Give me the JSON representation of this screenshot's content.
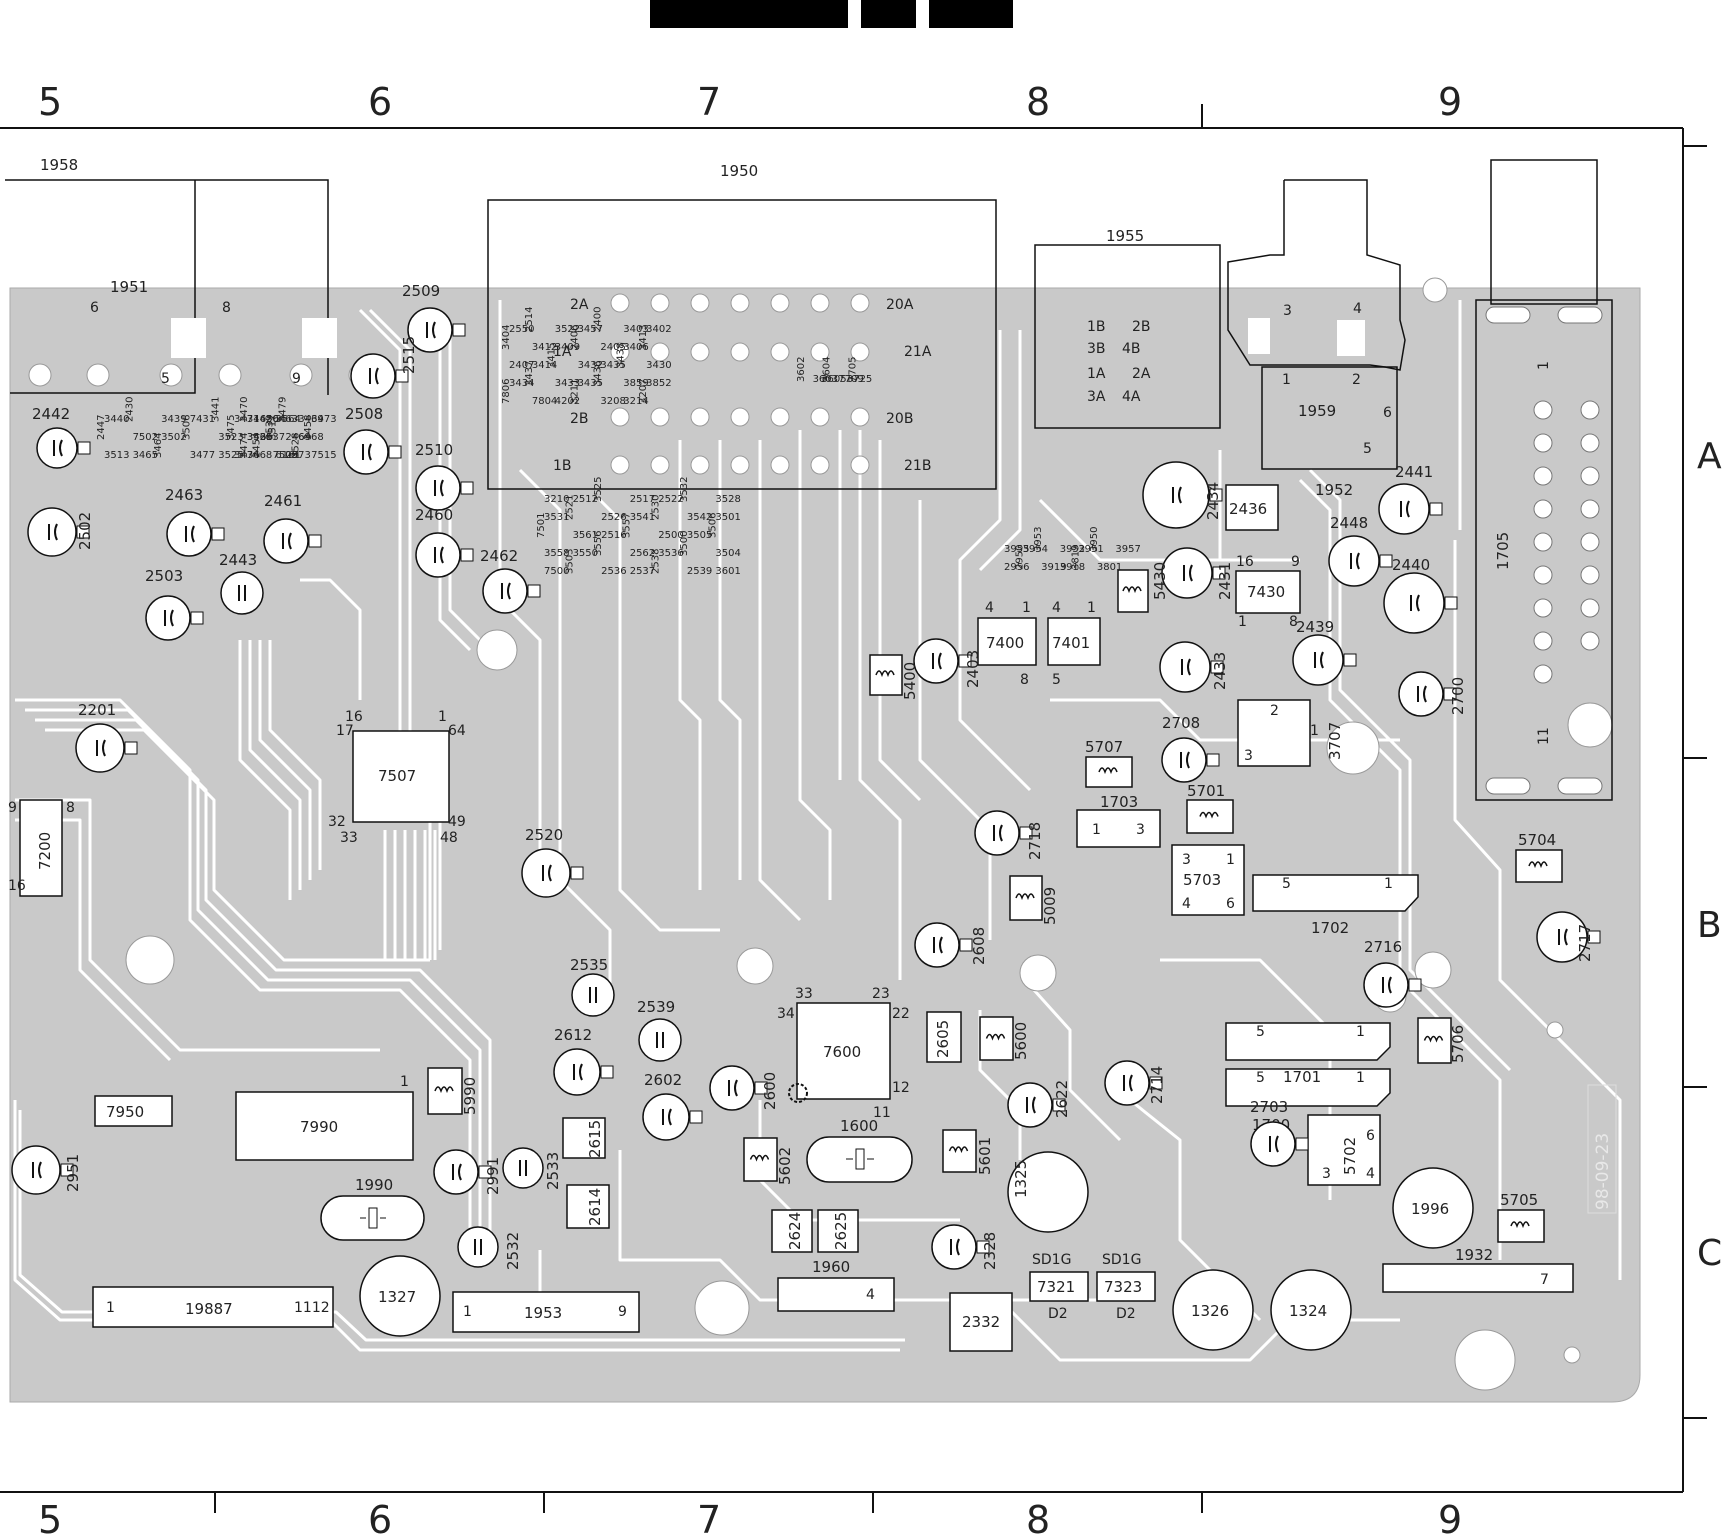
{
  "header_bars": 3,
  "columns_top": [
    "5",
    "6",
    "7",
    "8",
    "9"
  ],
  "columns_bottom": [
    "5",
    "6",
    "7",
    "8",
    "9"
  ],
  "rows": [
    "A",
    "B",
    "C"
  ],
  "date_stamp": "98-09-23",
  "colors": {
    "board": "#c9c9c9",
    "trace": "#ffffff",
    "ink": "#111111",
    "bar": "#000000"
  },
  "connectors": [
    {
      "ref": "1958",
      "pins": []
    },
    {
      "ref": "1951",
      "pins": [
        "6",
        "8",
        "5",
        "9"
      ]
    },
    {
      "ref": "1950",
      "pins": [
        "2A",
        "1A",
        "2B",
        "1B",
        "20A",
        "21A",
        "20B",
        "21B"
      ]
    },
    {
      "ref": "1955",
      "pins": [
        "1B",
        "2B",
        "3B",
        "4B",
        "1A",
        "2A",
        "3A",
        "4A"
      ]
    },
    {
      "ref": "1959",
      "pins": [
        "3",
        "4",
        "1",
        "2",
        "6",
        "5"
      ]
    },
    {
      "ref": "1952",
      "pins": []
    },
    {
      "ref": "1705",
      "pins": [
        "1",
        "11"
      ]
    },
    {
      "ref": "1703",
      "pins": [
        "1",
        "3"
      ]
    },
    {
      "ref": "1702",
      "pins": [
        "5",
        "1"
      ]
    },
    {
      "ref": "1701",
      "pins": [
        "5",
        "1",
        "5",
        "1"
      ]
    },
    {
      "ref": "1932",
      "pins": [
        "7"
      ]
    },
    {
      "ref": "1953",
      "pins": [
        "1",
        "9"
      ]
    },
    {
      "ref": "1960",
      "pins": [
        "4"
      ]
    },
    {
      "ref": "19887",
      "pins": [
        "1",
        "1112"
      ]
    }
  ],
  "ics": [
    {
      "ref": "7507",
      "pins": [
        "16",
        "1",
        "17",
        "64",
        "32",
        "49",
        "33",
        "48"
      ]
    },
    {
      "ref": "7600",
      "pins": [
        "33",
        "23",
        "34",
        "22",
        "12",
        "11"
      ]
    },
    {
      "ref": "7400",
      "pins": [
        "4",
        "1",
        "8"
      ]
    },
    {
      "ref": "7401",
      "pins": [
        "4",
        "1",
        "5"
      ]
    },
    {
      "ref": "7430",
      "pins": [
        "16",
        "9",
        "1",
        "8"
      ]
    },
    {
      "ref": "7200",
      "pins": [
        "9",
        "8",
        "16"
      ]
    },
    {
      "ref": "7950",
      "pins": []
    },
    {
      "ref": "7990",
      "pins": [
        "1"
      ]
    },
    {
      "ref": "7321",
      "pins": []
    },
    {
      "ref": "7323",
      "pins": []
    }
  ],
  "ic_markings": [
    "SD1G",
    "SD1G",
    "D2",
    "D2"
  ],
  "electrolytic_caps": [
    "2509",
    "2515",
    "2508",
    "2510",
    "2460",
    "2462",
    "2463",
    "2461",
    "2442",
    "2502",
    "2503",
    "2201",
    "2520",
    "2612",
    "2602",
    "2600",
    "2622",
    "2714",
    "2608",
    "2718",
    "2708",
    "2403",
    "2434",
    "2431",
    "2433",
    "2441",
    "2448",
    "2440",
    "2439",
    "2700",
    "2716",
    "2717",
    "2703",
    "2328",
    "2991",
    "2951"
  ],
  "film_caps": [
    "2443",
    "2535",
    "2539",
    "2533",
    "2532"
  ],
  "coils": [
    "5400",
    "5430",
    "5707",
    "5701",
    "5009",
    "5990",
    "5600",
    "5601",
    "5602",
    "5706",
    "5704",
    "5705"
  ],
  "crystals": [
    "1990",
    "1600"
  ],
  "mounting_pads": [
    "1327",
    "1325",
    "1326",
    "1324",
    "1996"
  ],
  "blocks": [
    "2436",
    "2605",
    "2615",
    "2614",
    "2624",
    "2625",
    "2332",
    "5703",
    "5702",
    "3707",
    "1700"
  ],
  "block_pins": {
    "5703": [
      "3",
      "1",
      "4",
      "6"
    ],
    "5702": [
      "3",
      "6",
      "4"
    ],
    "3707": [
      "2",
      "3",
      "1"
    ]
  },
  "smd_labels": [
    "3440",
    "2430",
    "3439",
    "7431",
    "3441",
    "3442",
    "3564",
    "2447",
    "7502",
    "3502",
    "3506",
    "3523",
    "3521",
    "3517",
    "3513",
    "3465",
    "3464",
    "3477",
    "3525",
    "3474",
    "6161",
    "3471",
    "3470",
    "6504",
    "6463",
    "3479",
    "3469",
    "3473",
    "3475",
    "3466",
    "3537",
    "3539",
    "2469",
    "6468",
    "3458",
    "3476",
    "3468",
    "2454",
    "7509",
    "2573",
    "3528",
    "7515",
    "2550",
    "2514",
    "3522",
    "3457",
    "2400",
    "3403",
    "3402",
    "3404",
    "3412",
    "3409",
    "2406",
    "2405",
    "3406",
    "3413",
    "2407",
    "3414",
    "3415",
    "3432",
    "3435",
    "3438",
    "3430",
    "3434",
    "3437",
    "3433",
    "3435",
    "3436",
    "3859",
    "3852",
    "7806",
    "7804",
    "4202",
    "3211",
    "3208",
    "3214",
    "3207",
    "3210",
    "2512",
    "3525",
    "2517",
    "2522",
    "3532",
    "3528",
    "3531",
    "2521",
    "2526",
    "3541",
    "2530",
    "3542",
    "3501",
    "7501",
    "3561",
    "2516",
    "3557",
    "2500",
    "3505",
    "3506",
    "3558",
    "3550",
    "3556",
    "2562",
    "3536",
    "3500",
    "3504",
    "7500",
    "3503",
    "2536",
    "2537",
    "2538",
    "2539",
    "3601",
    "3602",
    "3603",
    "3605",
    "3604",
    "7709",
    "3725",
    "7705",
    "3955",
    "3954",
    "3953",
    "3952",
    "3951",
    "3950",
    "3957",
    "2956",
    "2950",
    "3919",
    "3918",
    "3819",
    "3801"
  ]
}
